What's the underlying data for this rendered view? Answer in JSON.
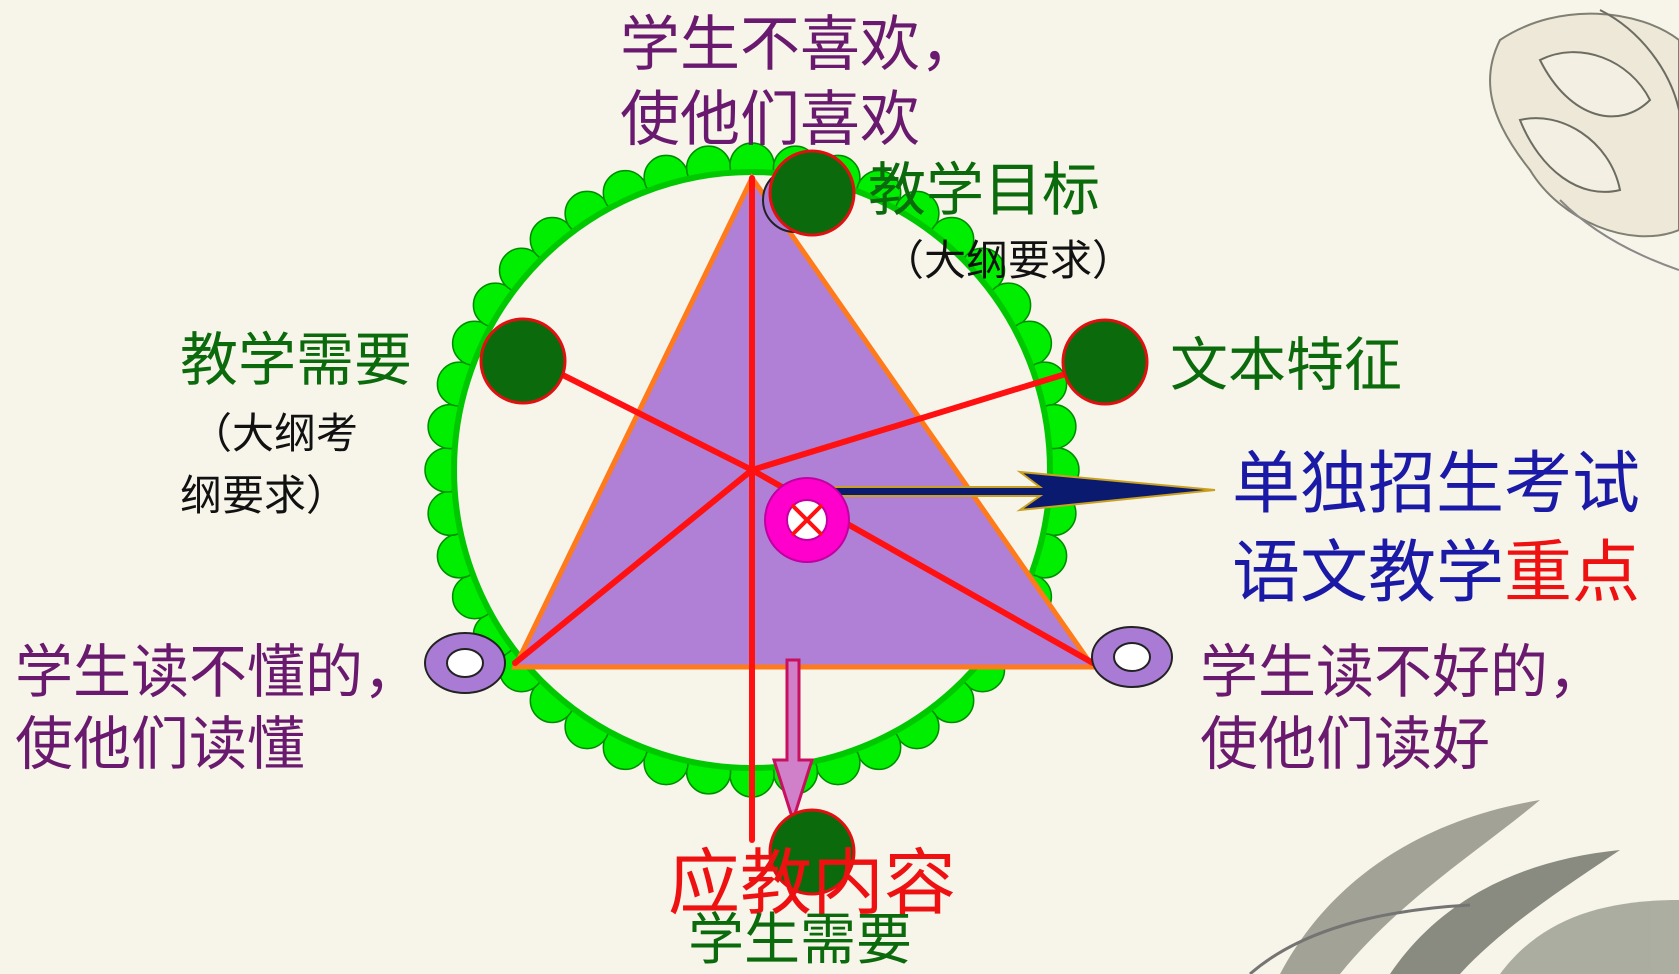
{
  "labels": {
    "top_goal": {
      "line1": "学生不喜欢，",
      "line2": "使他们喜欢"
    },
    "teaching_target": {
      "title": "教学目标",
      "sub": "（大纲要求）"
    },
    "teaching_need": {
      "title": "教学需要",
      "sub1": "（大纲考",
      "sub2": "纲要求）"
    },
    "text_feature": {
      "title": "文本特征"
    },
    "exam_focus": {
      "line1": "单独招生考试",
      "line2_prefix": "语文教学",
      "line2_highlight": "重点"
    },
    "left_goal": {
      "line1": "学生读不懂的，",
      "line2": "使他们读懂"
    },
    "right_goal": {
      "line1": "学生读不好的，",
      "line2": "使他们读好"
    },
    "content": {
      "title": "应教内容",
      "sub": "学生需要"
    }
  },
  "colors": {
    "background": "#f7f4ea",
    "wreath": "#00ee00",
    "circle_outline": "#00c800",
    "triangle_fill": "#b07fd6",
    "triangle_edge": "#ff7a1a",
    "spokes": "#ff1111",
    "nodes": "#0b6a0b",
    "node_outline": "#e01010",
    "hub": "#ff00cc",
    "arrow_right": "#0a1a6e",
    "arrow_down": "#d080c8",
    "small_rings": "#a97bd4",
    "text_purple": "#6a1a6e",
    "text_green": "#0b6a0b",
    "text_blue": "#1a1aa6",
    "text_red": "#ee1111"
  },
  "icons": [
    "lotus-decoration",
    "orchid-decoration",
    "right-arrow",
    "down-arrow"
  ]
}
